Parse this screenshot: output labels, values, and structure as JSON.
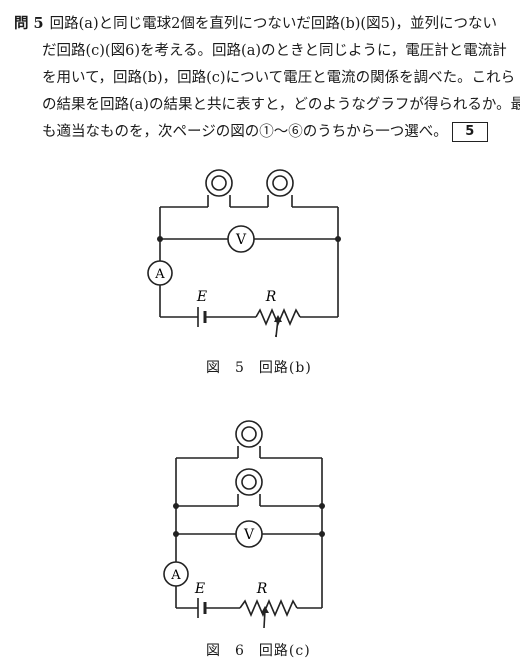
{
  "question": {
    "number": "問 5",
    "lines": [
      "回路(a)と同じ電球2個を直列につないだ回路(b)(図5)，並列につない",
      "だ回路(c)(図6)を考える。回路(a)のときと同じように，電圧計と電流計",
      "を用いて，回路(b)，回路(c)について電圧と電流の関係を調べた。これら",
      "の結果を回路(a)の結果と共に表すと，どのようなグラフが得られるか。最",
      "も適当なものを，次ページの図の①～⑥のうちから一つ選べ。"
    ],
    "answer_slot": "5"
  },
  "figure5": {
    "fig_label": "図",
    "fig_num": "5",
    "circuit_name": "回路(b)",
    "ammeter": "A",
    "voltmeter": "V",
    "battery": "E",
    "resistor": "R"
  },
  "figure6": {
    "fig_label": "図",
    "fig_num": "6",
    "circuit_name": "回路(c)",
    "ammeter": "A",
    "voltmeter": "V",
    "battery": "E",
    "resistor": "R"
  }
}
